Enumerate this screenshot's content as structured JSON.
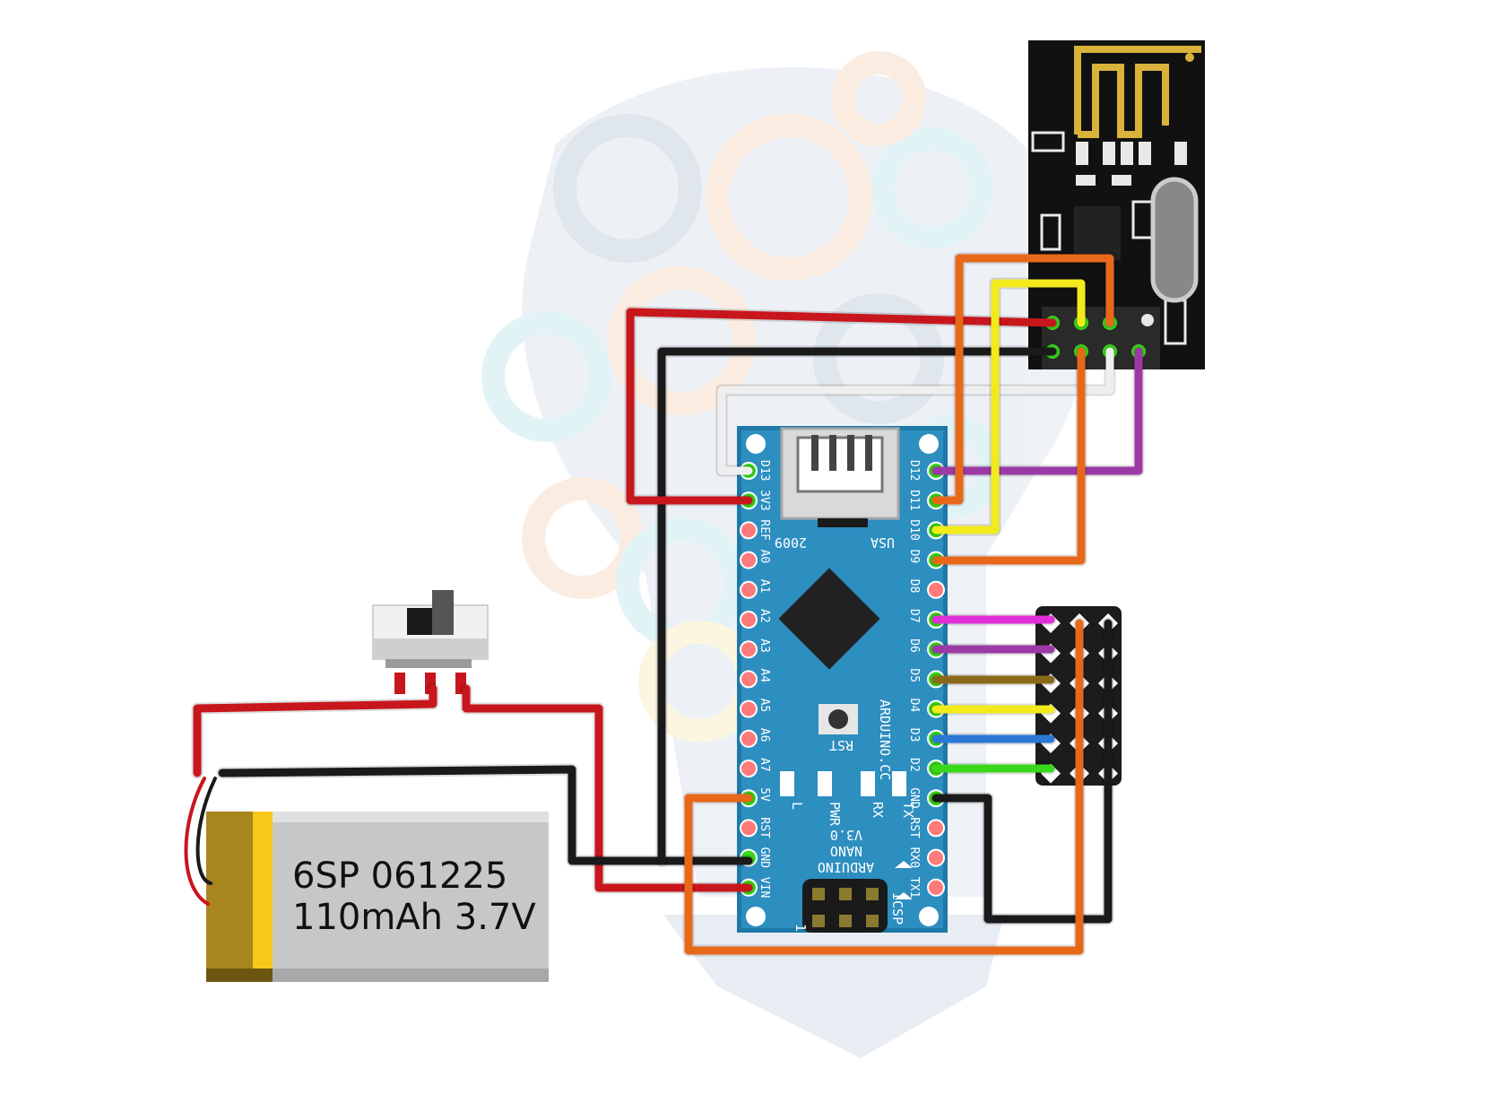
{
  "battery": {
    "line1": "6SP 061225",
    "line2": "110mAh 3.7V"
  },
  "nano": {
    "left_pins": [
      "D13",
      "3V3",
      "REF",
      "A0",
      "A1",
      "A2",
      "A3",
      "A4",
      "A5",
      "A6",
      "A7",
      "5V",
      "RST",
      "GND",
      "VIN"
    ],
    "right_pins": [
      "D12",
      "D11",
      "D10",
      "D9",
      "D8",
      "D7",
      "D6",
      "D5",
      "D4",
      "D3",
      "D2",
      "GND",
      "RST",
      "RX0",
      "TX1"
    ],
    "marks": {
      "year": "2009",
      "usa": "USA",
      "brand": "ARDUINO.CC",
      "rst": "RST",
      "led_l": "L",
      "led_pwr": "PWR",
      "led_rx": "RX",
      "led_tx": "TX",
      "name1": "ARDUINO",
      "name2": "NANO",
      "version": "V3.0",
      "icsp": "ICSP",
      "icsp_pin1": "1"
    }
  },
  "wire_colors": {
    "red": "#c8161d",
    "black": "#1a1a1a",
    "orange": "#e8681a",
    "yellow": "#f2ea1a",
    "white": "#eeeeee",
    "purple": "#9b3aa6",
    "magenta": "#e02fd8",
    "brown": "#8a6a1a",
    "blue": "#2a78d6",
    "green": "#3ad81a"
  }
}
